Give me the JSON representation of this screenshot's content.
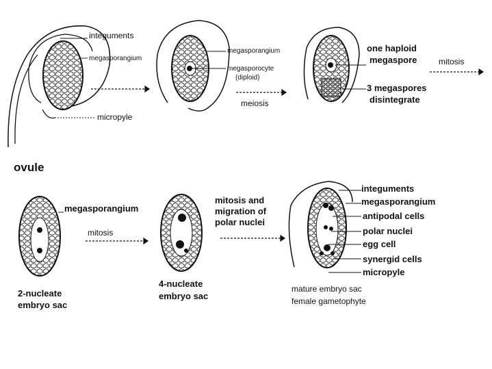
{
  "top_row": {
    "ovule_label": "ovule",
    "integuments": "integuments",
    "megasporangium_1": "megasporangium",
    "micropyle": "micropyle",
    "megasporangium_2": "megasporangium",
    "megasporocyte": "megasporocyte",
    "diploid": "(diploid)",
    "meiosis": "meiosis",
    "one_haploid": "one haploid",
    "megaspore": "megaspore",
    "mitosis_1": "mitosis",
    "three_megaspores": "3 megaspores",
    "disintegrate": "disintegrate"
  },
  "bottom_row": {
    "megasporangium_3": "megasporangium",
    "mitosis_2": "mitosis",
    "two_nucleate_1": "2-nucleate",
    "two_nucleate_2": "embryo sac",
    "migration_1": "mitosis and",
    "migration_2": "migration of",
    "migration_3": "polar nuclei",
    "four_nucleate_1": "4-nucleate",
    "four_nucleate_2": "embryo sac",
    "integuments_2": "integuments",
    "megasporangium_4": "megasporangium",
    "antipodal": "antipodal cells",
    "polar": "polar nuclei",
    "egg": "egg cell",
    "synergid": "synergid cells",
    "micropyle_2": "micropyle",
    "mature_1": "mature embryo sac",
    "mature_2": "female gametophyte"
  }
}
